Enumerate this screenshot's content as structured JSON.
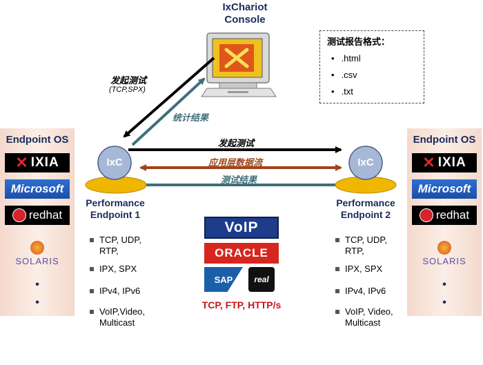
{
  "console": {
    "title_line1": "IxChariot",
    "title_line2": "Console"
  },
  "report": {
    "title": "测试报告格式：",
    "formats": [
      ".html",
      ".csv",
      ".txt"
    ]
  },
  "arrows": {
    "initiate_test_diag": "发起测试",
    "initiate_test_proto": "(TCP,SPX)",
    "stats_results": "统计结果",
    "initiate_test": "发起测试",
    "app_data_flow": "应用层数据流",
    "test_results": "测试结果"
  },
  "os_panel": {
    "title": "Endpoint OS",
    "logos": [
      "IXIA",
      "Microsoft",
      "redhat",
      "SOLARIS"
    ],
    "more": [
      "•",
      "•"
    ]
  },
  "endpoint1": {
    "badge": "IxC",
    "label_line1": "Performance",
    "label_line2": "Endpoint 1",
    "protocols": [
      "TCP, UDP,\nRTP,",
      "IPX, SPX",
      "IPv4, IPv6",
      "VoIP,Video,\nMulticast"
    ]
  },
  "endpoint2": {
    "badge": "IxC",
    "label_line1": "Performance",
    "label_line2": "Endpoint 2",
    "protocols": [
      "TCP, UDP,\nRTP,",
      "IPX, SPX",
      "IPv4, IPv6",
      "VoIP, Video,\nMulticast"
    ]
  },
  "apps": {
    "voip": "VoIP",
    "oracle": "ORACLE",
    "sap": "SAP",
    "real": "real",
    "caption": "TCP, FTP, HTTP/s"
  },
  "colors": {
    "navy_text": "#1a2a5a",
    "arrow_black": "#000000",
    "arrow_teal": "#3f6f7a",
    "arrow_brown": "#a0441a",
    "red_caption": "#c8141c",
    "panel_bg": "#f4d9cc"
  }
}
